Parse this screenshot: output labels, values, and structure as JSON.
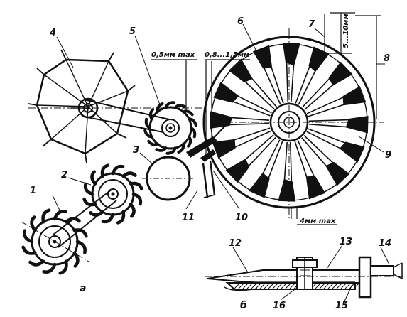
{
  "figure": {
    "part_labels": {
      "p1": "1",
      "p2": "2",
      "p3": "3",
      "p4": "4",
      "p5": "5",
      "p6": "6",
      "p7": "7",
      "p8": "8",
      "p9": "9",
      "p10": "10",
      "p11": "11",
      "p12": "12",
      "p13": "13",
      "p14": "14",
      "p15": "15",
      "p16": "16"
    },
    "dimensions": {
      "gap_max": "0,5мм max",
      "gap_range": "0,8...1,5мм",
      "height_range": "5...10мм",
      "clearance_max": "4мм max"
    },
    "sublabels": {
      "a": "а",
      "b": "б"
    }
  }
}
